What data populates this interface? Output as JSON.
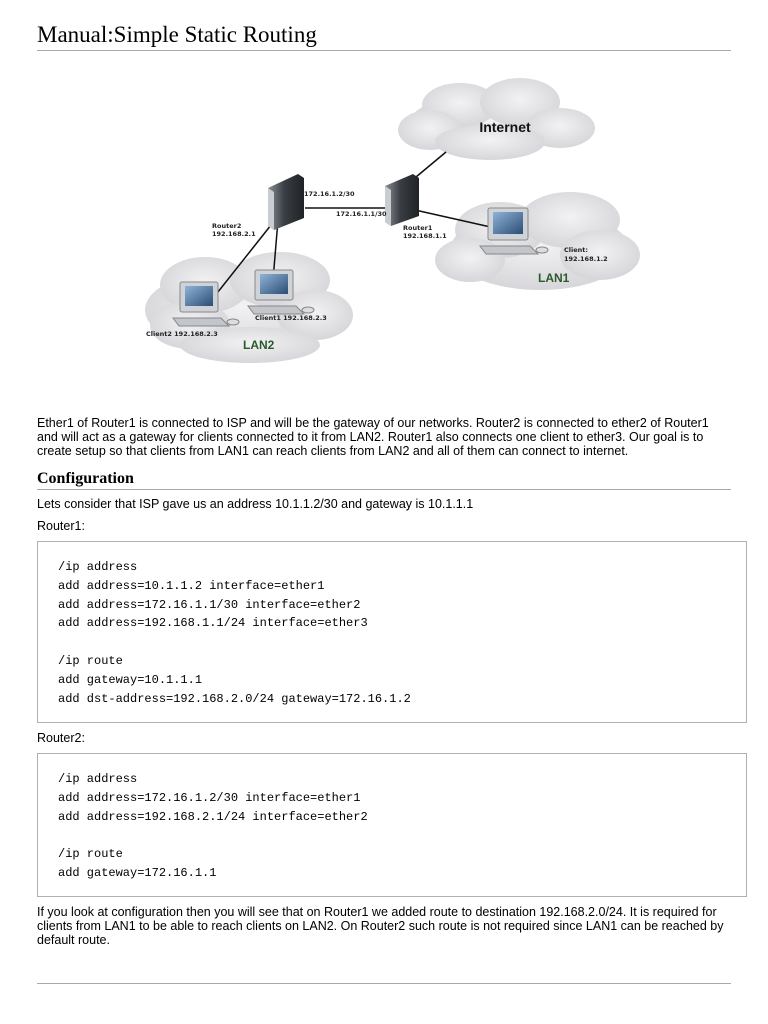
{
  "title": "Manual:Simple Static Routing",
  "diagram": {
    "internet_label": "Internet",
    "router2_label": [
      "Router2",
      "192.168.2.1"
    ],
    "router1_label": [
      "Router1",
      "192.168.1.1"
    ],
    "link_r2_label": "172.16.1.2/30",
    "link_r1_label": "172.16.1.1/30",
    "client_label": [
      "Client:",
      "192.168.1.2"
    ],
    "client1_label": "Client1 192.168.2.3",
    "client2_label": "Client2 192.168.2.3",
    "lan1_label": "LAN1",
    "lan2_label": "LAN2"
  },
  "intro_paragraph": "Ether1 of Router1 is connected to ISP and will be the gateway of our networks. Router2 is connected to ether2 of Router1 and will act as a gateway for clients connected to it from LAN2. Router1 also connects one client to ether3. Our goal is to create setup so that clients from LAN1 can reach clients from LAN2 and all of them can connect to internet.",
  "configuration_heading": "Configuration",
  "isp_sentence": "Lets consider that ISP gave us an address 10.1.1.2/30 and gateway is 10.1.1.1",
  "router1_caption": "Router1:",
  "router1_code": [
    "/ip address",
    "add address=10.1.1.2 interface=ether1",
    "add address=172.16.1.1/30 interface=ether2",
    "add address=192.168.1.1/24 interface=ether3",
    "",
    "/ip route",
    "add gateway=10.1.1.1",
    "add dst-address=192.168.2.0/24 gateway=172.16.1.2"
  ],
  "router2_caption": "Router2:",
  "router2_code": [
    "/ip address",
    "add address=172.16.1.2/30 interface=ether1",
    "add address=192.168.2.1/24 interface=ether2",
    "",
    "/ip route",
    "add gateway=172.16.1.1"
  ],
  "closing_paragraph": "If you look at configuration then you will see that on Router1 we added route to destination 192.168.2.0/24. It is required for clients from LAN1 to be able to reach clients on LAN2. On Router2 such route is not required since LAN1 can be reached by default route."
}
